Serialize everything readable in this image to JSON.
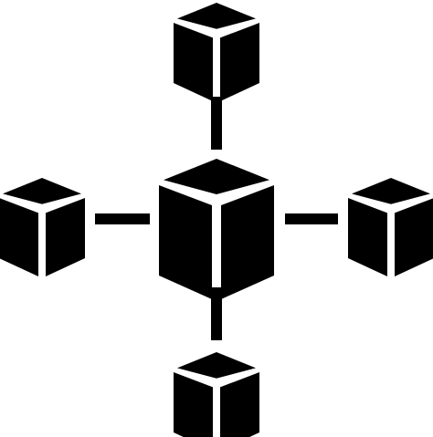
{
  "icon": {
    "name": "blockchain-network-icon",
    "foreground_color": "#000000",
    "background_color": "#ffffff"
  },
  "blocks": [
    {
      "name": "block-top-icon"
    },
    {
      "name": "block-left-icon"
    },
    {
      "name": "block-center-icon"
    },
    {
      "name": "block-right-icon"
    },
    {
      "name": "block-bottom-icon"
    }
  ],
  "connectors": [
    {
      "name": "connector-top"
    },
    {
      "name": "connector-left"
    },
    {
      "name": "connector-right"
    },
    {
      "name": "connector-bottom"
    }
  ]
}
